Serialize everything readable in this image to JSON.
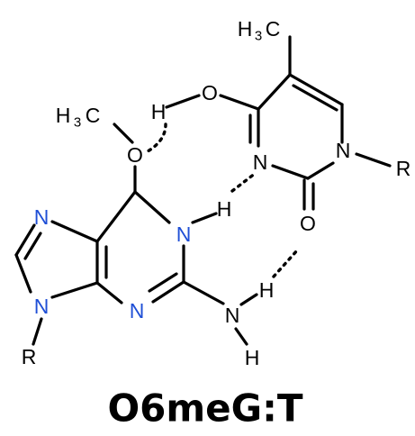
{
  "colors": {
    "carbon_text": "#000000",
    "nitrogen_blue": "#1f4fd6",
    "oxygen": "#000000",
    "background": "#ffffff"
  },
  "title": "O6meG:T",
  "labels": {
    "methyl_top_h": "H",
    "methyl_top_sub": "3",
    "methyl_top_c": "C",
    "methyl_left_h": "H",
    "methyl_left_sub": "3",
    "methyl_left_c": "C",
    "t_hydroxyl_h": "H",
    "t_o4": "O",
    "t_n3": "N",
    "t_n1": "N",
    "t_r": "R",
    "t_o2": "O",
    "g_o6": "O",
    "g_n1": "N",
    "g_n1_h": "H",
    "g_n7": "N",
    "g_n9": "N",
    "g_n3": "N",
    "g_r": "R",
    "g_n2": "N",
    "g_n2_h1": "H",
    "g_n2_h2": "H"
  }
}
